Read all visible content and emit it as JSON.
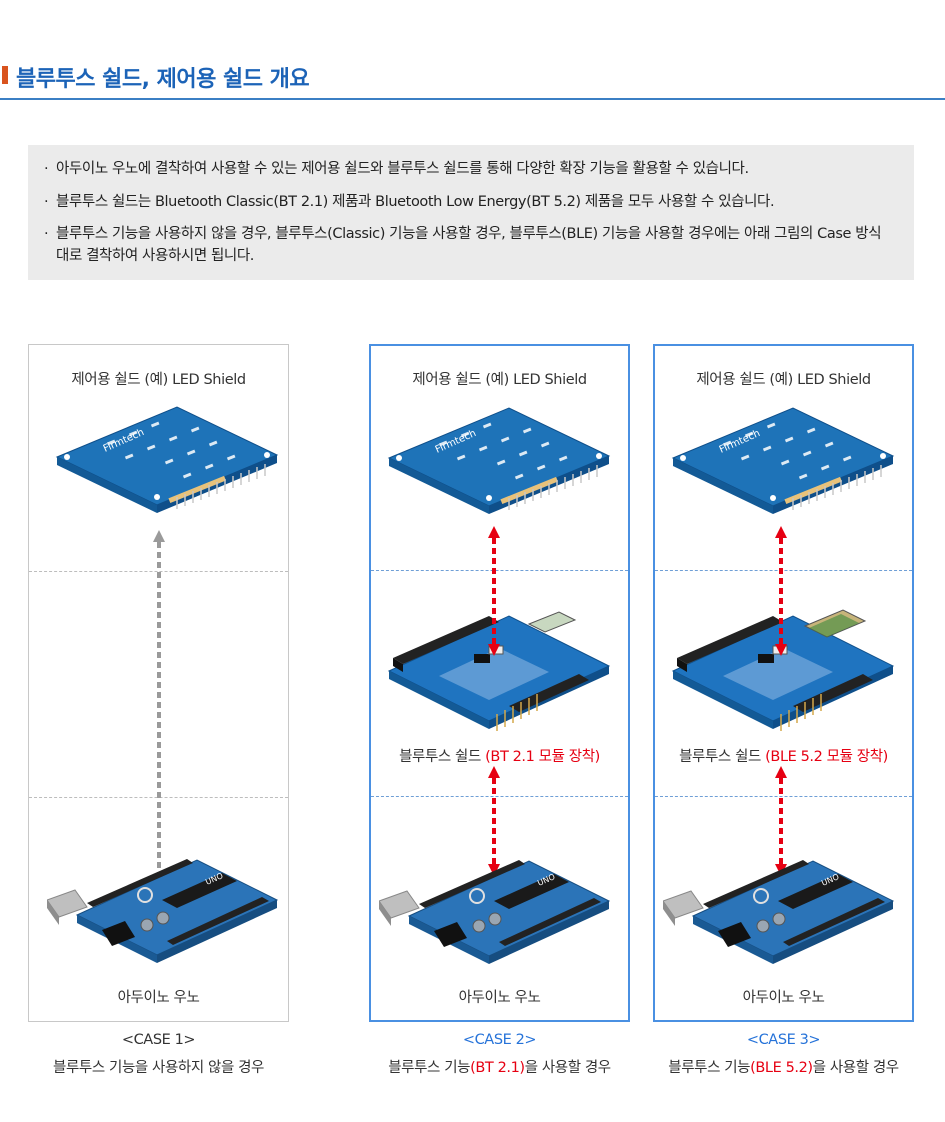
{
  "header": {
    "title": "블루투스 쉴드, 제어용 쉴드 개요"
  },
  "notes": [
    "아두이노 우노에 결착하여 사용할 수 있는 제어용 쉴드와 블루투스 쉴드를 통해 다양한 확장 기능을 활용할 수 있습니다.",
    "블루투스 쉴드는 Bluetooth Classic(BT 2.1) 제품과 Bluetooth Low Energy(BT 5.2) 제품을 모두 사용할 수 있습니다.",
    "블루투스 기능을 사용하지 않을 경우, 블루투스(Classic) 기능을 사용할 경우,  블루투스(BLE) 기능을 사용할 경우에는 아래 그림의 Case 방식대로 결착하여 사용하시면 됩니다."
  ],
  "note_bullet": "·",
  "cases": [
    {
      "top_label": "제어용 쉴드 (예) LED Shield",
      "bottom_label": "아두이노 우노",
      "case_label": "<CASE 1>",
      "desc": "블루투스 기능을 사용하지 않을 경우"
    },
    {
      "top_label": "제어용 쉴드 (예) LED Shield",
      "mid_label_prefix": "블루투스 쉴드 ",
      "mid_label_highlight": "(BT 2.1 모듈 장착)",
      "bottom_label": "아두이노 우노",
      "case_label": "<CASE 2>",
      "desc_prefix": "블루투스 기능",
      "desc_highlight": "(BT 2.1)",
      "desc_suffix": "을 사용할 경우"
    },
    {
      "top_label": "제어용 쉴드 (예) LED Shield",
      "mid_label_prefix": "블루투스 쉴드 ",
      "mid_label_highlight": "(BLE 5.2 모듈 장착)",
      "bottom_label": "아두이노 우노",
      "case_label": "<CASE 3>",
      "desc_prefix": "블루투스 기능",
      "desc_highlight": "(BLE 5.2)",
      "desc_suffix": "을 사용할 경우"
    }
  ],
  "board_logo_text": "Firmtech",
  "uno_logo_text": "UNO",
  "colors": {
    "title": "#1c63b7",
    "accent_mark": "#d9541e",
    "case_border": "#4a90e2",
    "highlight": "#e60012",
    "board": "#1e73b8",
    "arrow_red": "#e60012",
    "arrow_gray": "#9a9a9a"
  }
}
